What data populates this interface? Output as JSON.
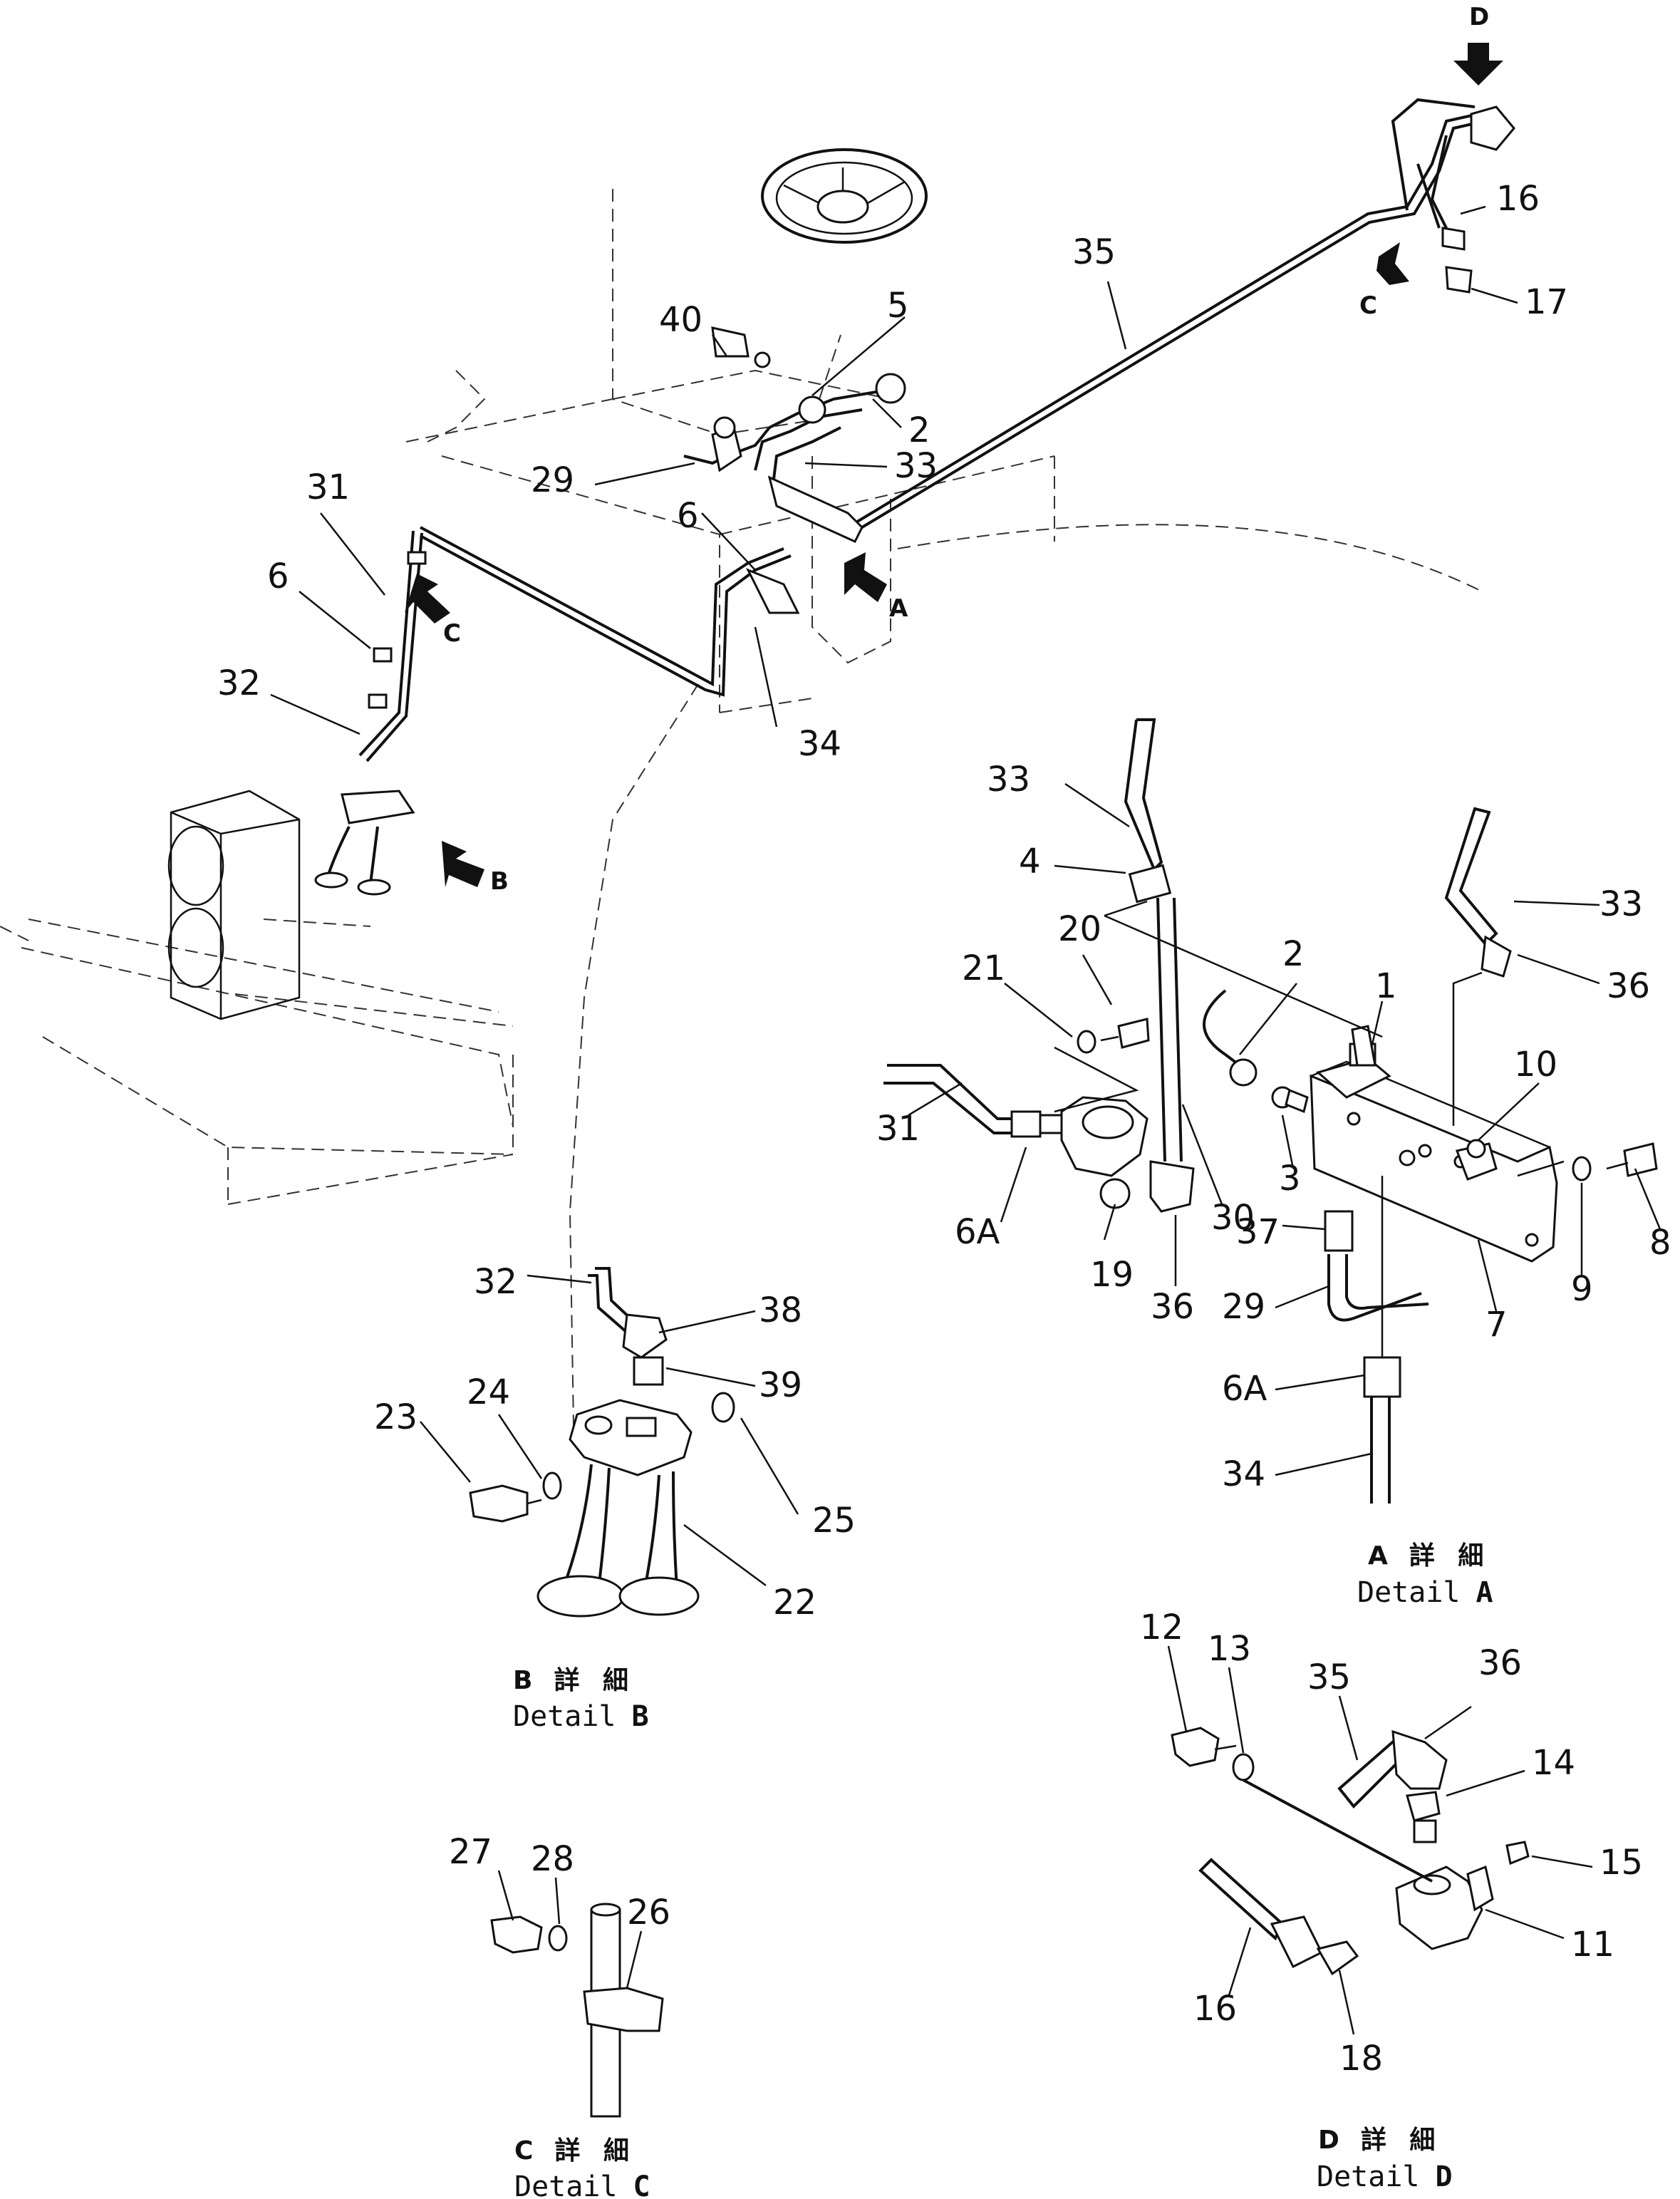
{
  "callouts": {
    "n40": "40",
    "n5": "5",
    "n2": "2",
    "n29": "29",
    "n33": "33",
    "n6": "6",
    "n31": "31",
    "n32": "32",
    "n34": "34",
    "n35": "35",
    "n16": "16",
    "n17": "17",
    "dA_33a": "33",
    "dA_33b": "33",
    "dA_4": "4",
    "dA_20": "20",
    "dA_21": "21",
    "dA_2": "2",
    "dA_1": "1",
    "dA_36a": "36",
    "dA_10": "10",
    "dA_31": "31",
    "dA_6A": "6A",
    "dA_30": "30",
    "dA_3": "3",
    "dA_19": "19",
    "dA_36b": "36",
    "dA_37": "37",
    "dA_29": "29",
    "dA_8": "8",
    "dA_9": "9",
    "dA_7": "7",
    "dA_6A2": "6A",
    "dA_34": "34",
    "dB_32": "32",
    "dB_38": "38",
    "dB_39": "39",
    "dB_24": "24",
    "dB_23": "23",
    "dB_25": "25",
    "dB_22": "22",
    "dC_27": "27",
    "dC_28": "28",
    "dC_26": "26",
    "dD_12": "12",
    "dD_13": "13",
    "dD_35": "35",
    "dD_36": "36",
    "dD_14": "14",
    "dD_15": "15",
    "dD_11": "11",
    "dD_16": "16",
    "dD_18": "18"
  },
  "view_arrows": {
    "D": "D",
    "C_top": "C",
    "C_left": "C",
    "A": "A",
    "B": "B"
  },
  "captions": {
    "A": {
      "letter": "A",
      "jp": "詳 細",
      "en": "Detail",
      "tag": "A"
    },
    "B": {
      "letter": "B",
      "jp": "詳 細",
      "en": "Detail",
      "tag": "B"
    },
    "C": {
      "letter": "C",
      "jp": "詳 細",
      "en": "Detail",
      "tag": "C"
    },
    "D": {
      "letter": "D",
      "jp": "詳 細",
      "en": "Detail",
      "tag": "D"
    }
  }
}
